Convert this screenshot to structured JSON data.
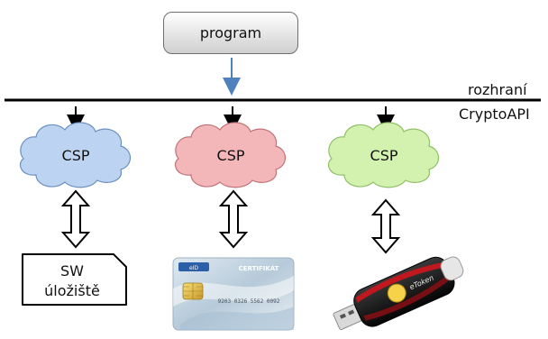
{
  "program": {
    "label": "program"
  },
  "interface": {
    "line1": "rozhraní",
    "line2": "CryptoAPI"
  },
  "providers": [
    {
      "label": "CSP",
      "color": "#bcd4f2",
      "storage": "software"
    },
    {
      "label": "CSP",
      "color": "#f3b6b9",
      "storage": "smart-card"
    },
    {
      "label": "CSP",
      "color": "#d3f2b0",
      "storage": "usb-token"
    }
  ],
  "software_storage": {
    "line1": "SW",
    "line2": "úložiště"
  },
  "colors": {
    "blue_arrow": "#4f81bd",
    "line": "#000000"
  },
  "card": {
    "brand_line1": "...",
    "number_text": "9203 0326 5562 0092",
    "title_text": "CERTIFIKÁT"
  }
}
